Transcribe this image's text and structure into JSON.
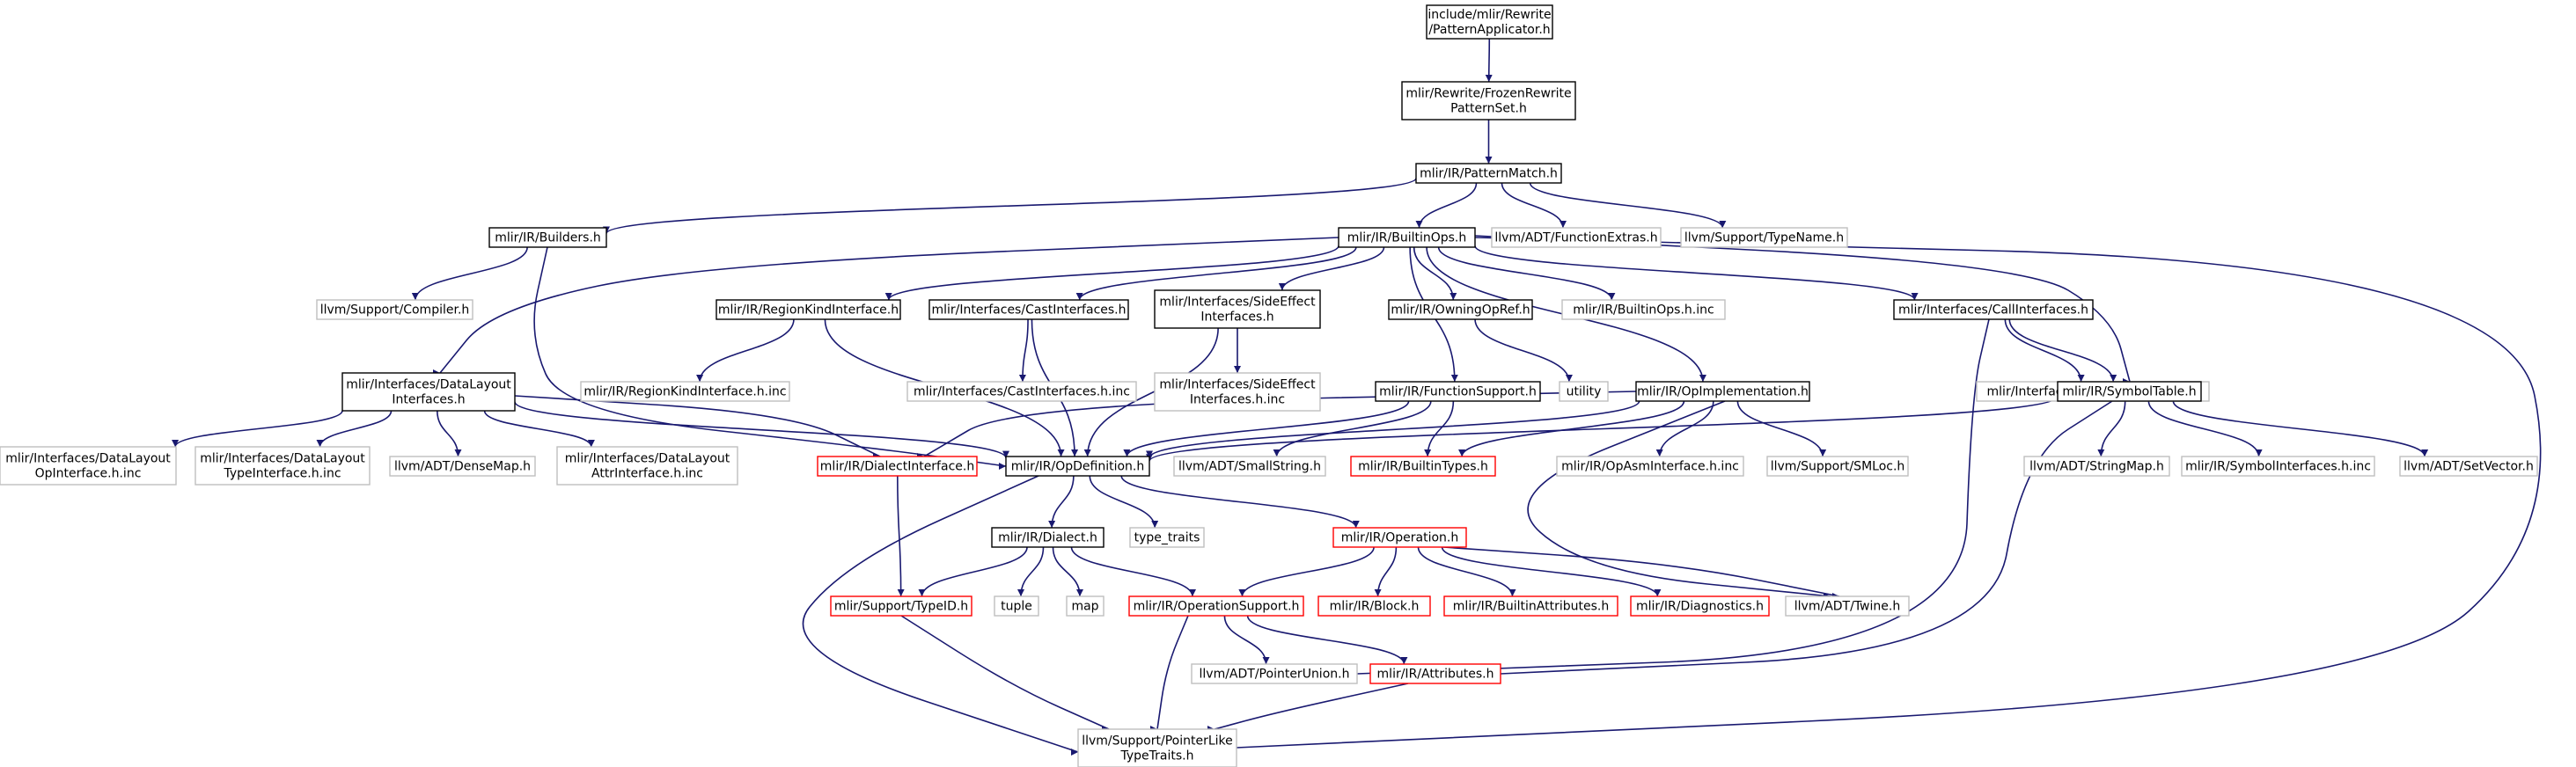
{
  "title": "include/mlir/Rewrite/PatternApplicator.h",
  "colors": {
    "edge": "#191970",
    "border_black": "#000000",
    "border_gray": "#bfbfbf",
    "border_red": "#ff0000",
    "root_fill": "#bfbfbf",
    "gray_text": "#666666"
  },
  "nodes": [
    {
      "id": "root",
      "lines": [
        "include/mlir/Rewrite",
        "/PatternApplicator.h"
      ],
      "style": "root"
    },
    {
      "id": "frozen",
      "lines": [
        "mlir/Rewrite/FrozenRewrite",
        "PatternSet.h"
      ],
      "style": "black"
    },
    {
      "id": "patternmatch",
      "lines": [
        "mlir/IR/PatternMatch.h"
      ],
      "style": "black"
    },
    {
      "id": "builders",
      "lines": [
        "mlir/IR/Builders.h"
      ],
      "style": "black"
    },
    {
      "id": "builtinops",
      "lines": [
        "mlir/IR/BuiltinOps.h"
      ],
      "style": "black"
    },
    {
      "id": "funcextras",
      "lines": [
        "llvm/ADT/FunctionExtras.h"
      ],
      "style": "gray"
    },
    {
      "id": "typename",
      "lines": [
        "llvm/Support/TypeName.h"
      ],
      "style": "gray"
    },
    {
      "id": "compiler",
      "lines": [
        "llvm/Support/Compiler.h"
      ],
      "style": "gray"
    },
    {
      "id": "regionkind",
      "lines": [
        "mlir/IR/RegionKindInterface.h"
      ],
      "style": "black"
    },
    {
      "id": "castif",
      "lines": [
        "mlir/Interfaces/CastInterfaces.h"
      ],
      "style": "black"
    },
    {
      "id": "sideeffect",
      "lines": [
        "mlir/Interfaces/SideEffect",
        "Interfaces.h"
      ],
      "style": "black"
    },
    {
      "id": "owningopref",
      "lines": [
        "mlir/IR/OwningOpRef.h"
      ],
      "style": "black"
    },
    {
      "id": "builtinopsinc",
      "lines": [
        "mlir/IR/BuiltinOps.h.inc"
      ],
      "style": "gray"
    },
    {
      "id": "callif",
      "lines": [
        "mlir/Interfaces/CallInterfaces.h"
      ],
      "style": "black"
    },
    {
      "id": "datalayout",
      "lines": [
        "mlir/Interfaces/DataLayout",
        "Interfaces.h"
      ],
      "style": "black"
    },
    {
      "id": "regionkindinc",
      "lines": [
        "mlir/IR/RegionKindInterface.h.inc"
      ],
      "style": "gray"
    },
    {
      "id": "castifinc",
      "lines": [
        "mlir/Interfaces/CastInterfaces.h.inc"
      ],
      "style": "gray"
    },
    {
      "id": "sideeffectinc",
      "lines": [
        "mlir/Interfaces/SideEffect",
        "Interfaces.h.inc"
      ],
      "style": "gray"
    },
    {
      "id": "funcsupport",
      "lines": [
        "mlir/IR/FunctionSupport.h"
      ],
      "style": "black"
    },
    {
      "id": "utility",
      "lines": [
        "utility"
      ],
      "style": "gray"
    },
    {
      "id": "opimpl",
      "lines": [
        "mlir/IR/OpImplementation.h"
      ],
      "style": "black"
    },
    {
      "id": "callifinc",
      "lines": [
        "mlir/Interfaces/CallInterfaces.h.inc"
      ],
      "style": "gray"
    },
    {
      "id": "symboltable",
      "lines": [
        "mlir/IR/SymbolTable.h"
      ],
      "style": "black"
    },
    {
      "id": "dlopif",
      "lines": [
        "mlir/Interfaces/DataLayout",
        "OpInterface.h.inc"
      ],
      "style": "gray"
    },
    {
      "id": "dltypeif",
      "lines": [
        "mlir/Interfaces/DataLayout",
        "TypeInterface.h.inc"
      ],
      "style": "gray"
    },
    {
      "id": "densemap",
      "lines": [
        "llvm/ADT/DenseMap.h"
      ],
      "style": "gray"
    },
    {
      "id": "dlattrif",
      "lines": [
        "mlir/Interfaces/DataLayout",
        "AttrInterface.h.inc"
      ],
      "style": "gray"
    },
    {
      "id": "dialectif",
      "lines": [
        "mlir/IR/DialectInterface.h"
      ],
      "style": "red"
    },
    {
      "id": "opdef",
      "lines": [
        "mlir/IR/OpDefinition.h"
      ],
      "style": "black"
    },
    {
      "id": "smallstring",
      "lines": [
        "llvm/ADT/SmallString.h"
      ],
      "style": "gray"
    },
    {
      "id": "builtintypes",
      "lines": [
        "mlir/IR/BuiltinTypes.h"
      ],
      "style": "red"
    },
    {
      "id": "opasmif",
      "lines": [
        "mlir/IR/OpAsmInterface.h.inc"
      ],
      "style": "gray"
    },
    {
      "id": "smloc",
      "lines": [
        "llvm/Support/SMLoc.h"
      ],
      "style": "gray"
    },
    {
      "id": "stringmap",
      "lines": [
        "llvm/ADT/StringMap.h"
      ],
      "style": "gray"
    },
    {
      "id": "symbolif",
      "lines": [
        "mlir/IR/SymbolInterfaces.h.inc"
      ],
      "style": "gray"
    },
    {
      "id": "setvector",
      "lines": [
        "llvm/ADT/SetVector.h"
      ],
      "style": "gray"
    },
    {
      "id": "dialect",
      "lines": [
        "mlir/IR/Dialect.h"
      ],
      "style": "black"
    },
    {
      "id": "typetraits",
      "lines": [
        "type_traits"
      ],
      "style": "gray"
    },
    {
      "id": "operation",
      "lines": [
        "mlir/IR/Operation.h"
      ],
      "style": "red"
    },
    {
      "id": "typeid",
      "lines": [
        "mlir/Support/TypeID.h"
      ],
      "style": "red"
    },
    {
      "id": "tuple",
      "lines": [
        "tuple"
      ],
      "style": "gray"
    },
    {
      "id": "map",
      "lines": [
        "map"
      ],
      "style": "gray"
    },
    {
      "id": "opsupport",
      "lines": [
        "mlir/IR/OperationSupport.h"
      ],
      "style": "red"
    },
    {
      "id": "block",
      "lines": [
        "mlir/IR/Block.h"
      ],
      "style": "red"
    },
    {
      "id": "builtinattrs",
      "lines": [
        "mlir/IR/BuiltinAttributes.h"
      ],
      "style": "red"
    },
    {
      "id": "diagnostics",
      "lines": [
        "mlir/IR/Diagnostics.h"
      ],
      "style": "red"
    },
    {
      "id": "twine",
      "lines": [
        "llvm/ADT/Twine.h"
      ],
      "style": "gray"
    },
    {
      "id": "pointerunion",
      "lines": [
        "llvm/ADT/PointerUnion.h"
      ],
      "style": "gray"
    },
    {
      "id": "attributes",
      "lines": [
        "mlir/IR/Attributes.h"
      ],
      "style": "red"
    },
    {
      "id": "pointerlike",
      "lines": [
        "llvm/Support/PointerLike",
        "TypeTraits.h"
      ],
      "style": "gray"
    }
  ],
  "edges": [
    [
      "root",
      "frozen"
    ],
    [
      "frozen",
      "patternmatch"
    ],
    [
      "patternmatch",
      "builders"
    ],
    [
      "patternmatch",
      "builtinops"
    ],
    [
      "patternmatch",
      "funcextras"
    ],
    [
      "patternmatch",
      "typename"
    ],
    [
      "builders",
      "compiler"
    ],
    [
      "builders",
      "opdef"
    ],
    [
      "builtinops",
      "regionkind"
    ],
    [
      "builtinops",
      "castif"
    ],
    [
      "builtinops",
      "sideeffect"
    ],
    [
      "builtinops",
      "owningopref"
    ],
    [
      "builtinops",
      "builtinopsinc"
    ],
    [
      "builtinops",
      "callif"
    ],
    [
      "builtinops",
      "datalayout"
    ],
    [
      "builtinops",
      "funcsupport"
    ],
    [
      "builtinops",
      "opimpl"
    ],
    [
      "builtinops",
      "symboltable"
    ],
    [
      "builtinops",
      "pointerlike"
    ],
    [
      "regionkind",
      "regionkindinc"
    ],
    [
      "regionkind",
      "opdef"
    ],
    [
      "castif",
      "castifinc"
    ],
    [
      "castif",
      "opdef"
    ],
    [
      "sideeffect",
      "sideeffectinc"
    ],
    [
      "sideeffect",
      "opdef"
    ],
    [
      "owningopref",
      "utility"
    ],
    [
      "callif",
      "callifinc"
    ],
    [
      "callif",
      "symboltable"
    ],
    [
      "callif",
      "pointerunion"
    ],
    [
      "datalayout",
      "dlopif"
    ],
    [
      "datalayout",
      "dltypeif"
    ],
    [
      "datalayout",
      "densemap"
    ],
    [
      "datalayout",
      "dlattrif"
    ],
    [
      "datalayout",
      "dialectif"
    ],
    [
      "datalayout",
      "opdef"
    ],
    [
      "funcsupport",
      "opdef"
    ],
    [
      "funcsupport",
      "smallstring"
    ],
    [
      "funcsupport",
      "builtintypes"
    ],
    [
      "opimpl",
      "dialectif"
    ],
    [
      "opimpl",
      "opdef"
    ],
    [
      "opimpl",
      "builtintypes"
    ],
    [
      "opimpl",
      "opasmif"
    ],
    [
      "opimpl",
      "smloc"
    ],
    [
      "opimpl",
      "twine"
    ],
    [
      "symboltable",
      "opdef"
    ],
    [
      "symboltable",
      "stringmap"
    ],
    [
      "symboltable",
      "symbolif"
    ],
    [
      "symboltable",
      "setvector"
    ],
    [
      "symboltable",
      "attributes"
    ],
    [
      "dialectif",
      "typeid"
    ],
    [
      "opdef",
      "dialect"
    ],
    [
      "opdef",
      "typetraits"
    ],
    [
      "opdef",
      "operation"
    ],
    [
      "opdef",
      "pointerlike"
    ],
    [
      "dialect",
      "typeid"
    ],
    [
      "dialect",
      "tuple"
    ],
    [
      "dialect",
      "map"
    ],
    [
      "dialect",
      "opsupport"
    ],
    [
      "operation",
      "opsupport"
    ],
    [
      "operation",
      "block"
    ],
    [
      "operation",
      "builtinattrs"
    ],
    [
      "operation",
      "diagnostics"
    ],
    [
      "operation",
      "twine"
    ],
    [
      "typeid",
      "pointerlike"
    ],
    [
      "opsupport",
      "pointerunion"
    ],
    [
      "opsupport",
      "attributes"
    ],
    [
      "opsupport",
      "pointerlike"
    ],
    [
      "attributes",
      "pointerlike"
    ]
  ]
}
